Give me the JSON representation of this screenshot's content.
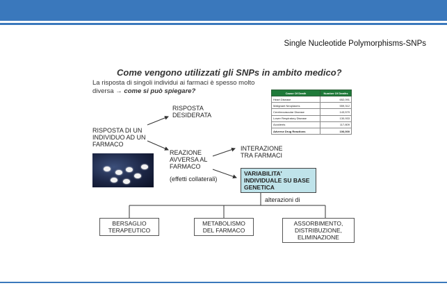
{
  "header": {
    "subject": "Single Nucleotide Polymorphisms-SNPs"
  },
  "slide": {
    "title": "Come vengono utilizzati gli SNPs in ambito medico?",
    "intro_text": "La risposta di singoli individui ai farmaci è spesso molto diversa → ",
    "intro_emphasis": "come si può spiegare?"
  },
  "diagram": {
    "risposta_individuo": "RISPOSTA DI UN\nINDIVIDUO AD UN\nFARMACO",
    "risposta_desiderata": "RISPOSTA\nDESIDERATA",
    "reazione_avversa": "REAZIONE\nAVVERSA AL\nFARMACO",
    "effetti_collaterali": "(effetti collaterali)",
    "interazione": "INTERAZIONE\nTRA FARMACI",
    "variabilita": "VARIABILITA'\nINDIVIDUALE SU BASE\nGENETICA",
    "alterazioni": "alterazioni di",
    "bersaglio": "BERSAGLIO\nTERAPEUTICO",
    "metabolismo": "METABOLISMO\nDEL FARMACO",
    "assorbimento": "ASSORBIMENTO,\nDISTRIBUZIONE,\nELIMINAZIONE"
  },
  "table": {
    "headers": [
      "Cause Of Death",
      "Number Of Deaths"
    ],
    "rows": [
      [
        "Heart Disease",
        "652,091"
      ],
      [
        "Malignant Neoplasms",
        "559,312"
      ],
      [
        "Cerebrovascular Disease",
        "143,579"
      ],
      [
        "Lower Respiratory Disease",
        "130,933"
      ],
      [
        "Accidents",
        "117,809"
      ],
      [
        "Adverse Drug Reactions",
        "106,000"
      ]
    ]
  },
  "colors": {
    "accent": "#3a78bc",
    "box_fill": "#bfe3ea",
    "table_header": "#1f7a3a"
  }
}
